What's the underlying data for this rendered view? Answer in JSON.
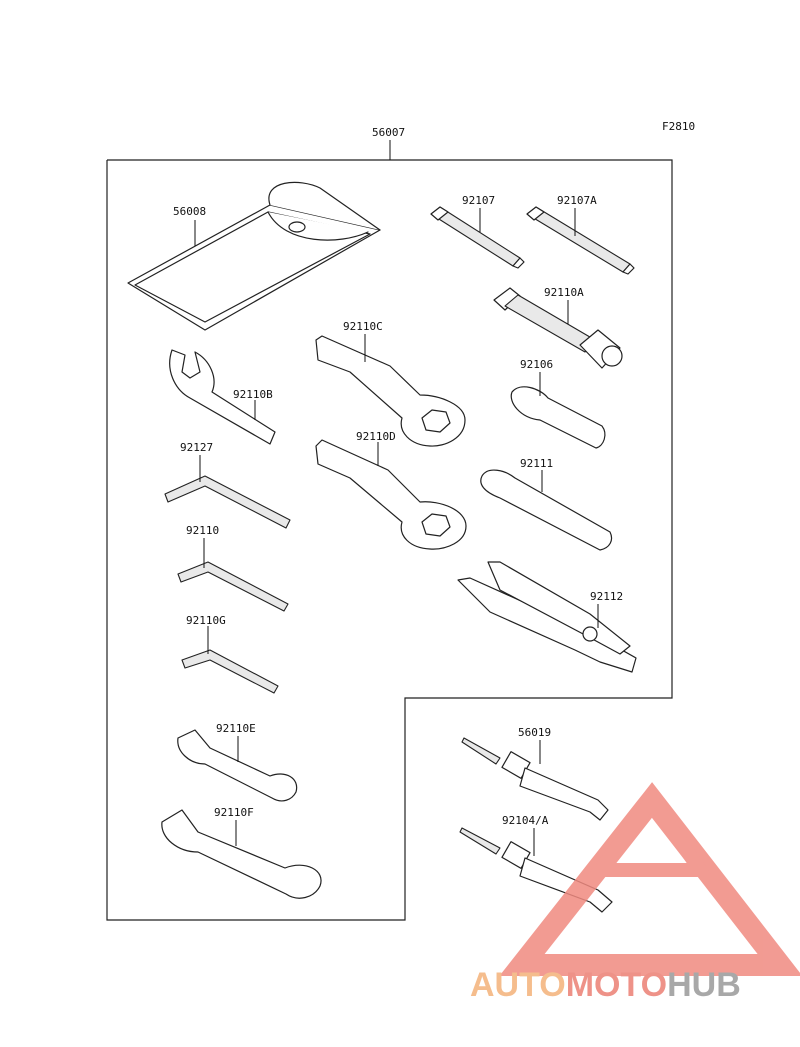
{
  "figure_code": "F2810",
  "kit": {
    "part_number": "56007"
  },
  "parts": [
    {
      "key": "pouch",
      "part_number": "56008"
    },
    {
      "key": "screwdriver_plus",
      "part_number": "92107"
    },
    {
      "key": "screwdriver_minus",
      "part_number": "92107A"
    },
    {
      "key": "box_socket",
      "part_number": "92110A"
    },
    {
      "key": "ring_wrench_c",
      "part_number": "92110C"
    },
    {
      "key": "hook_wrench",
      "part_number": "92110B"
    },
    {
      "key": "bit_adapter",
      "part_number": "92106"
    },
    {
      "key": "hex_key_large",
      "part_number": "92127"
    },
    {
      "key": "ring_wrench_d",
      "part_number": "92110D"
    },
    {
      "key": "extension_bar",
      "part_number": "92111"
    },
    {
      "key": "hex_key_mid",
      "part_number": "92110"
    },
    {
      "key": "pliers",
      "part_number": "92112"
    },
    {
      "key": "hex_key_small",
      "part_number": "92110G"
    },
    {
      "key": "tire_gauge_tube_a",
      "part_number": "56019"
    },
    {
      "key": "open_wrench_e",
      "part_number": "92110E"
    },
    {
      "key": "tire_gauge_tube_b",
      "part_number": "92104/A"
    },
    {
      "key": "open_wrench_f",
      "part_number": "92110F"
    }
  ],
  "watermark": {
    "text_part1": "AUTO",
    "text_part2": "MOTO",
    "text_part3": "HUB",
    "color_light": "#f4b27a",
    "color_mid": "#ec7f74",
    "color_dark": "#9a9a9a"
  }
}
